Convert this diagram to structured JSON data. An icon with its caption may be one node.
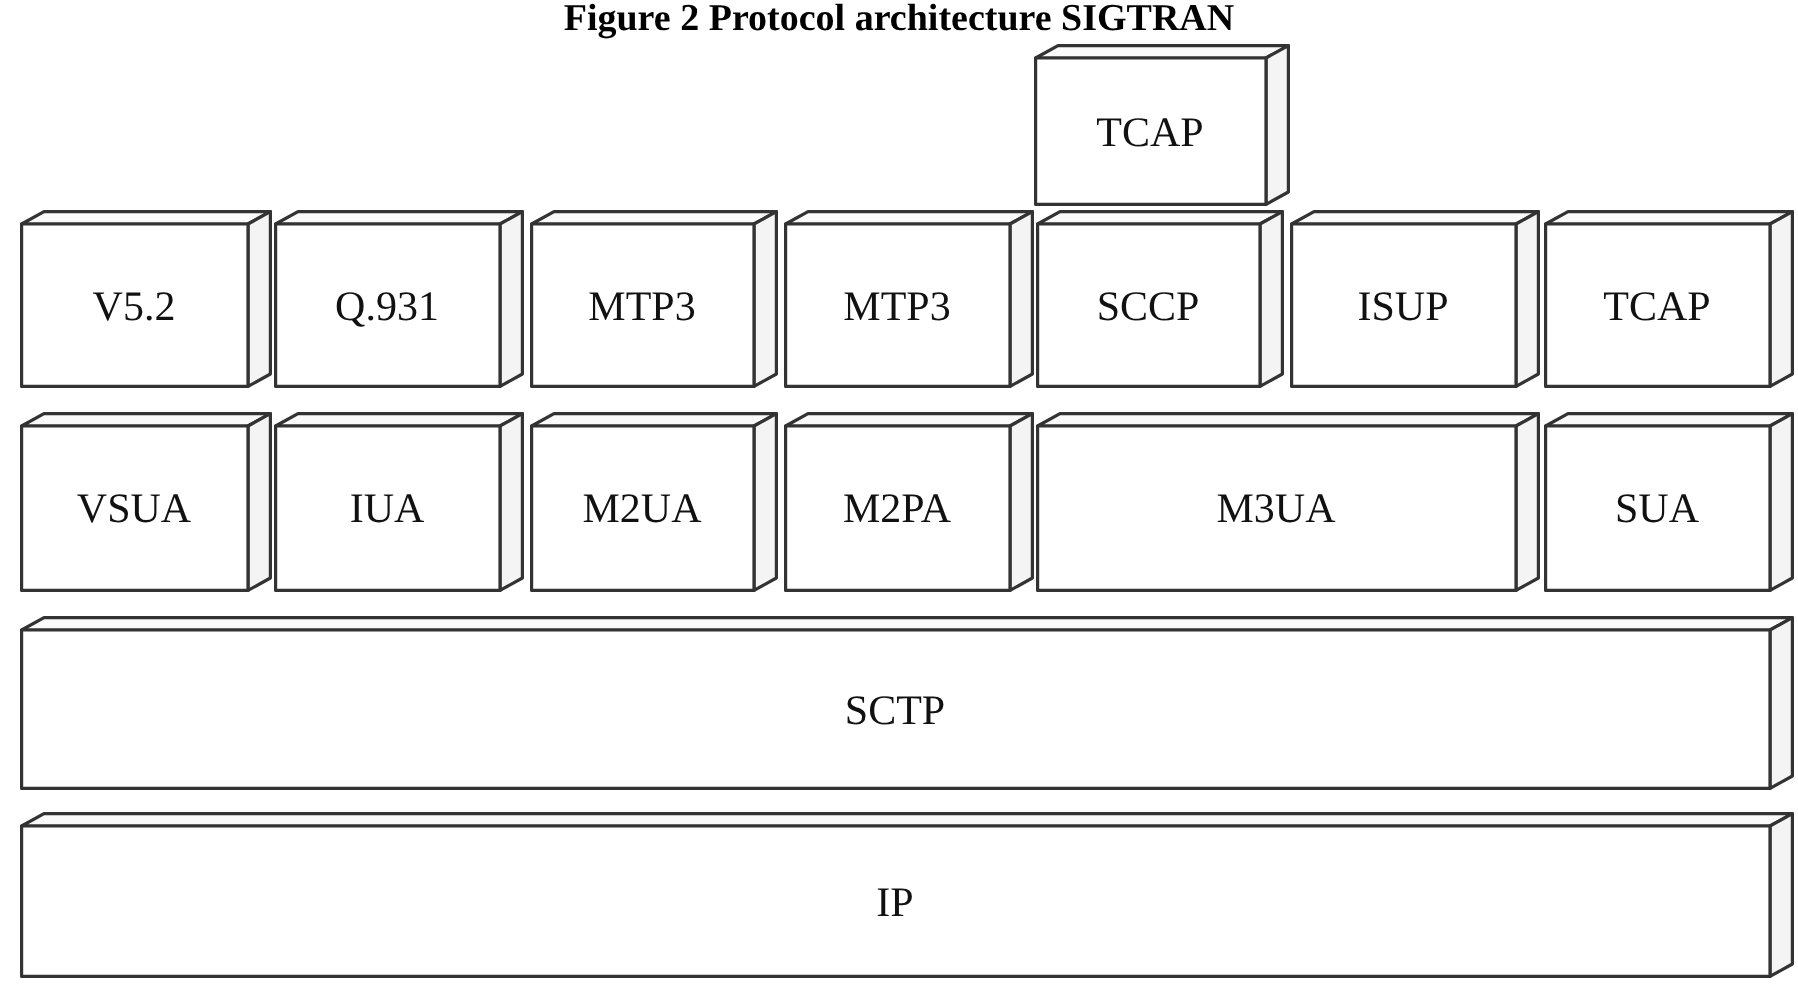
{
  "diagram": {
    "title": "Figure 2 Protocol architecture SIGTRAN",
    "nodes": [
      {
        "text": [
          "TCAP"
        ]
      },
      {
        "text": [
          "V5.2"
        ]
      },
      {
        "text": [
          "Q.931"
        ]
      },
      {
        "text": [
          "MTP3"
        ]
      },
      {
        "text": [
          "MTP3"
        ]
      },
      {
        "text": [
          "SCCP"
        ]
      },
      {
        "text": [
          "ISUP"
        ]
      },
      {
        "text": [
          "TCAP"
        ]
      },
      {
        "text": [
          "VSUA"
        ]
      },
      {
        "text": [
          "IUA"
        ]
      },
      {
        "text": [
          "M2UA"
        ]
      },
      {
        "text": [
          "M2PA"
        ]
      },
      {
        "text": [
          "M3UA"
        ]
      },
      {
        "text": [
          "SUA"
        ]
      },
      {
        "text": [
          "SCTP"
        ]
      },
      {
        "text": [
          "IP"
        ]
      }
    ]
  }
}
